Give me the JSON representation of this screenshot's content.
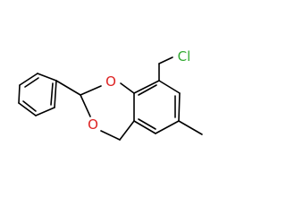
{
  "molecule": {
    "atom_labels": {
      "chlorine": "Cl",
      "oxygen_1": "O",
      "oxygen_3": "O"
    },
    "colors": {
      "bond": "#000000",
      "chlorine": "#33aa33",
      "oxygen": "#dd2222",
      "background": "#ffffff"
    }
  }
}
